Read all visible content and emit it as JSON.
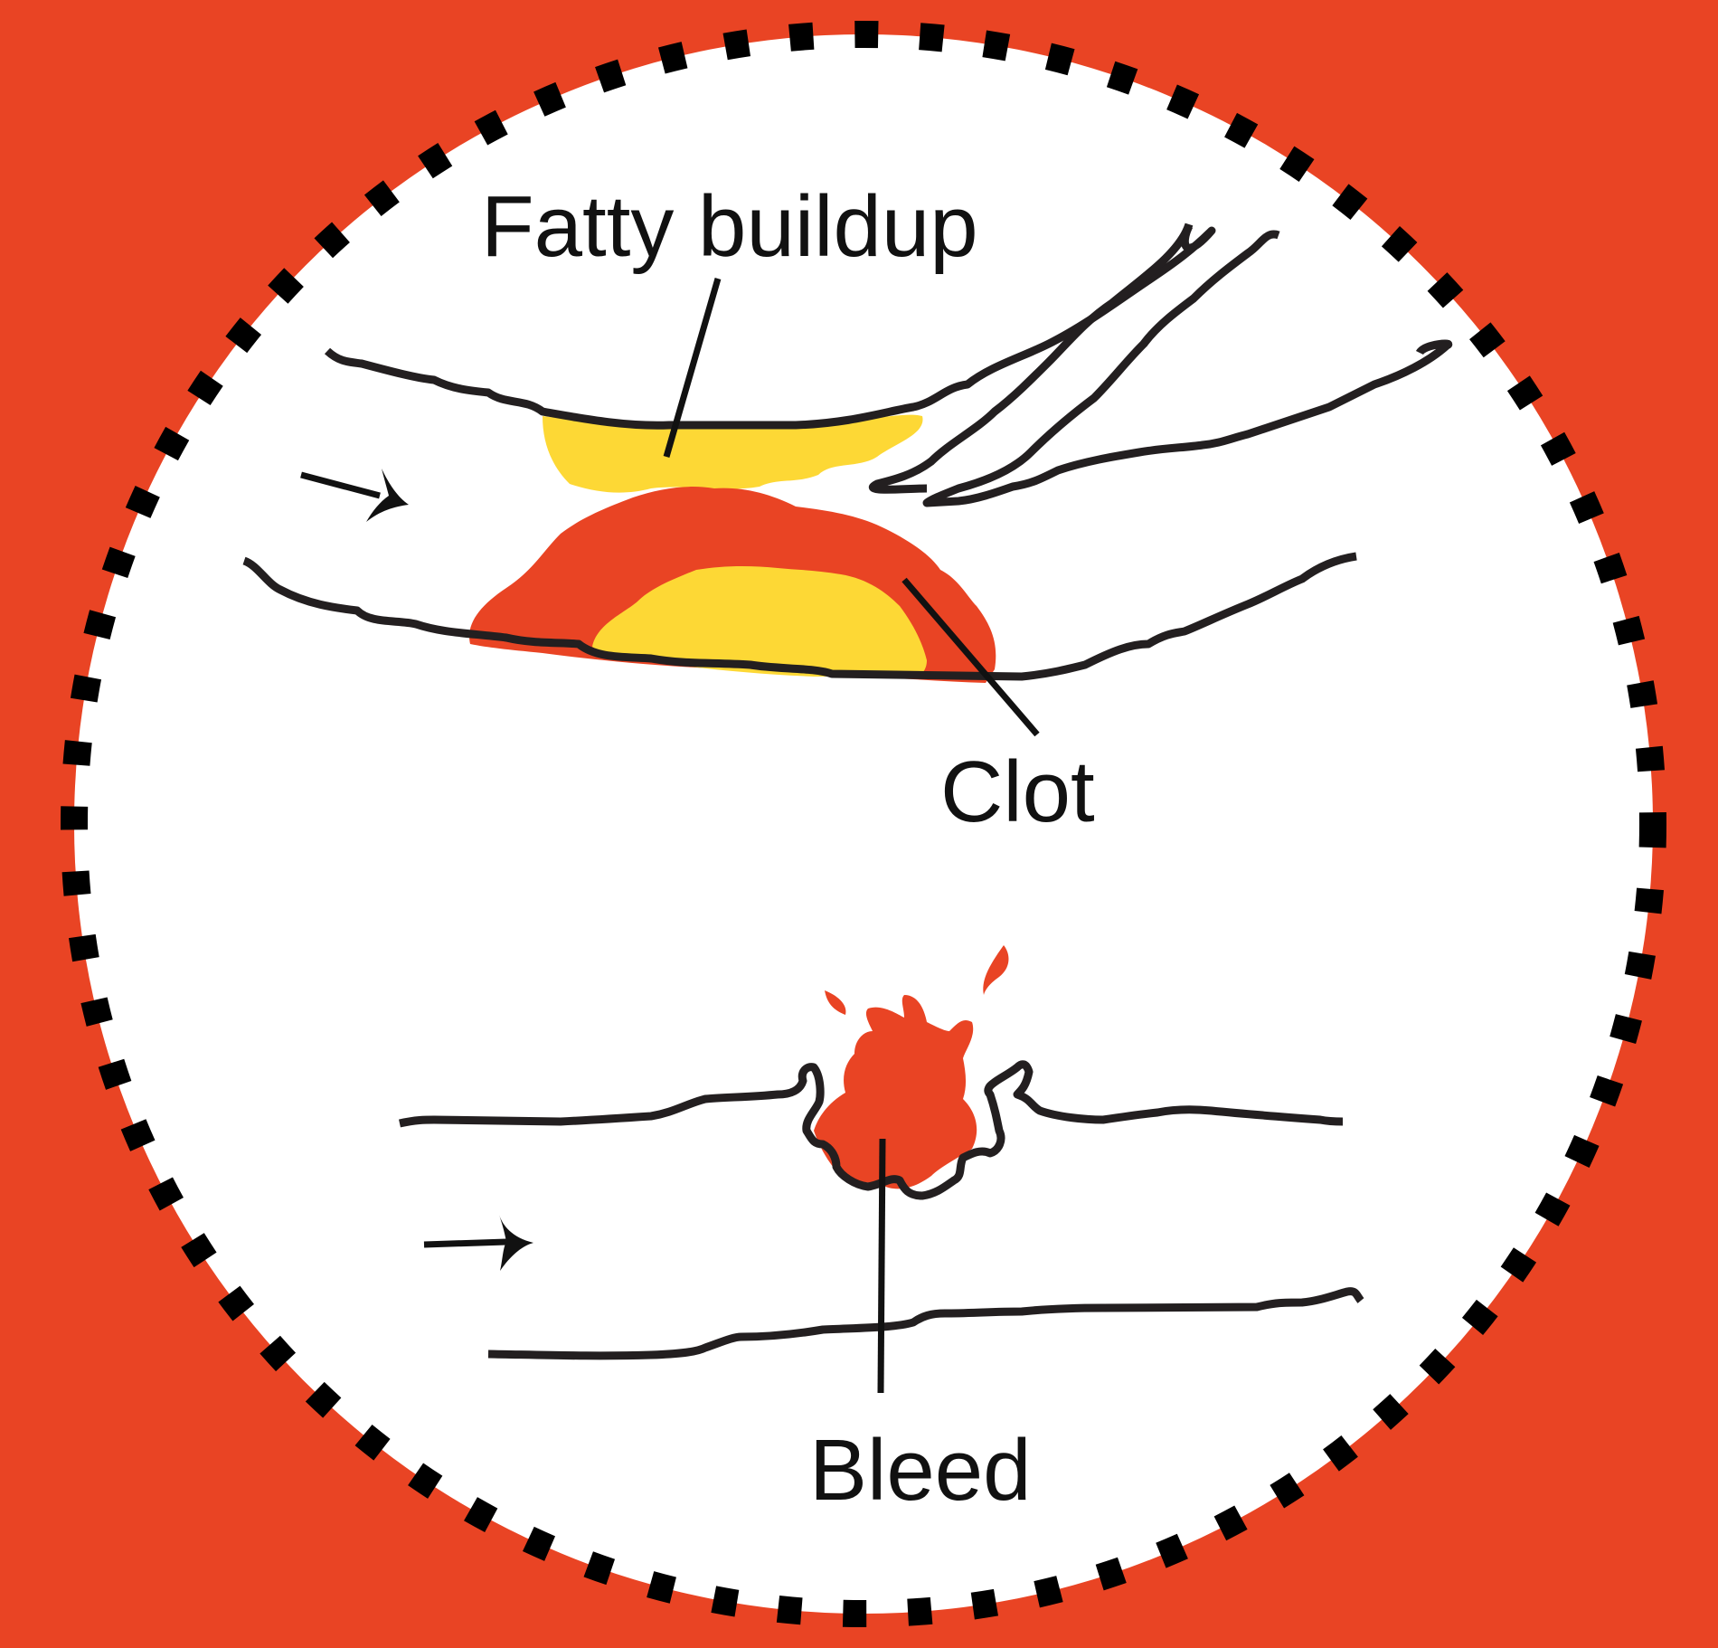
{
  "labels": {
    "fatty_buildup": "Fatty buildup",
    "clot": "Clot",
    "bleed": "Bleed"
  },
  "colors": {
    "background": "#E94424",
    "circle_fill": "#FFFFFF",
    "dashed_border": "#000000",
    "fatty_deposit": "#FDD835",
    "clot": "#E94424",
    "vessel_wall": "#231F20"
  },
  "icons": {
    "flow_arrow_top": "arrow-right-icon",
    "flow_arrow_bottom": "arrow-right-icon"
  }
}
